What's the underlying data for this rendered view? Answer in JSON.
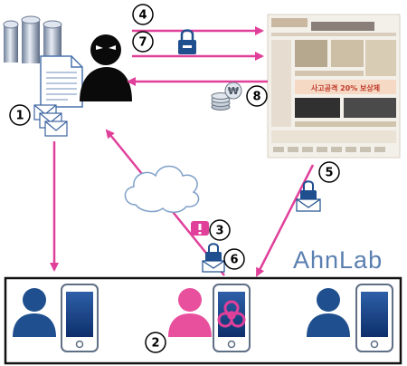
{
  "brand": "AhnLab",
  "colors": {
    "arrow": "#e0409a",
    "victim": "#e8509e",
    "user": "#1f4f8e",
    "brand": "#5a7fb0",
    "frame": "#111111"
  },
  "steps": [
    "1",
    "2",
    "3",
    "4",
    "5",
    "6",
    "7",
    "8"
  ],
  "website": {
    "banner": "사고공격 20% 보상제"
  },
  "icons": [
    "server-icon",
    "document-icon",
    "envelope-icon",
    "attacker-icon",
    "lock-icon",
    "cloud-icon",
    "alert-icon",
    "coins-icon",
    "user-icon",
    "phone-icon",
    "biohazard-icon"
  ]
}
